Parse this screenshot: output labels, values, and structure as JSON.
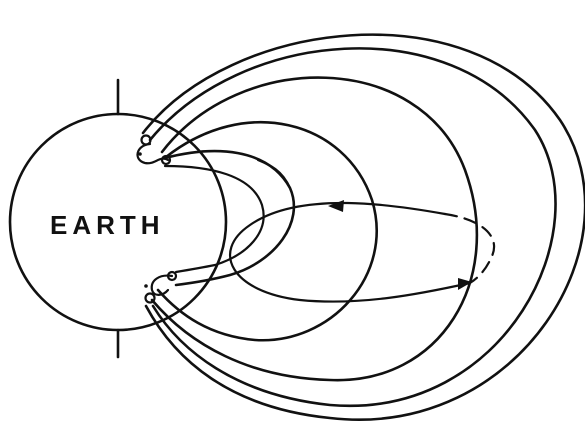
{
  "diagram": {
    "label": "EARTH",
    "icons": {
      "north_axis": "axis-line",
      "south_axis": "axis-line",
      "flux_tube": "tube-icon",
      "mirror_points": "circle-loop-icon"
    },
    "colors": {
      "ink": "#111111",
      "background": "#ffffff"
    }
  }
}
